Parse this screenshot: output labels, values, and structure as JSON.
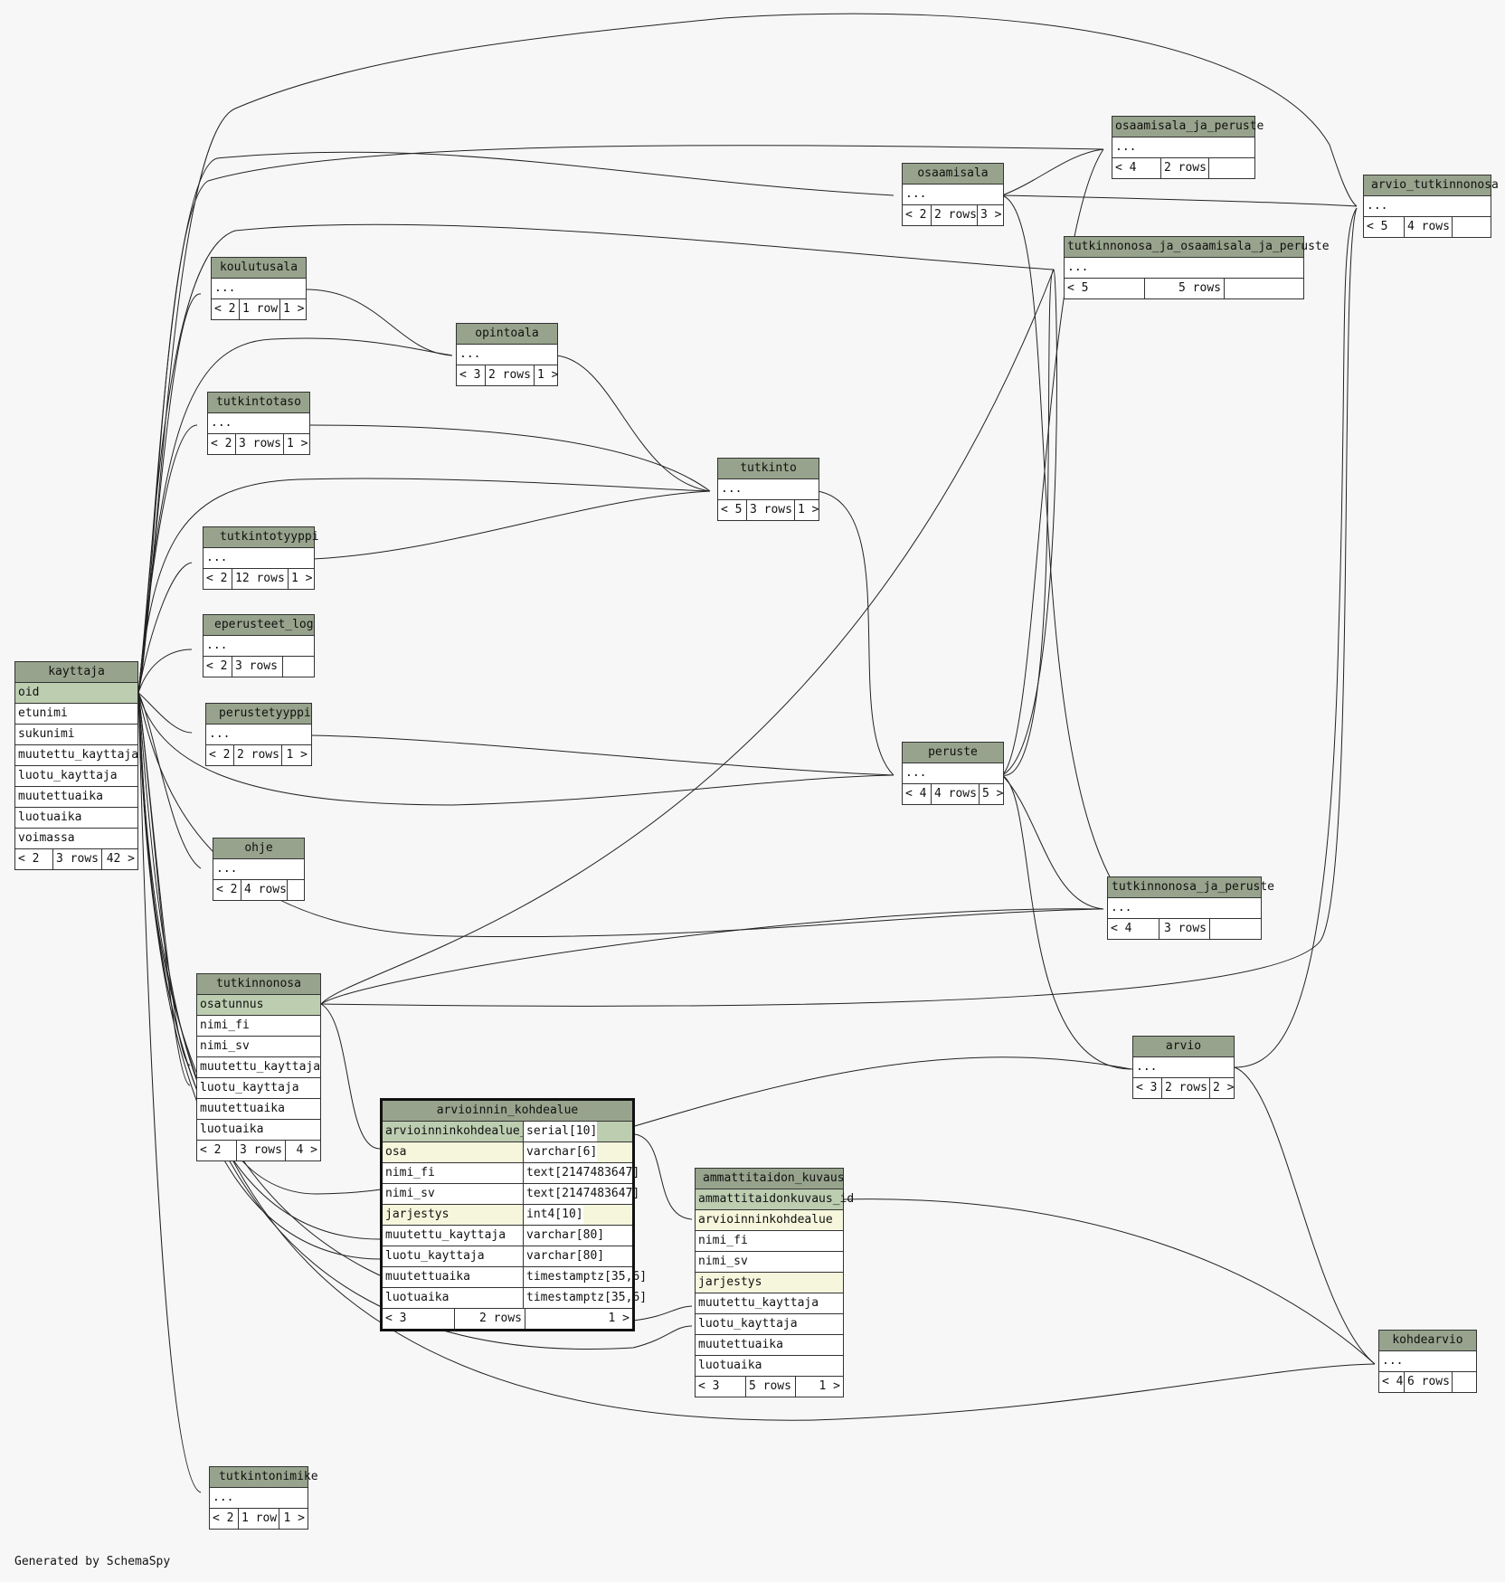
{
  "footer": "Generated by SchemaSpy",
  "colors": {
    "header": "#97a38c",
    "pk": "#bccdb0",
    "fk": "#f5f6dc",
    "background": "#f7f7f7"
  },
  "tables": {
    "kayttaja": {
      "name": "kayttaja",
      "columns": [
        "oid",
        "etunimi",
        "sukunimi",
        "muutettu_kayttaja",
        "luotu_kayttaja",
        "muutettuaika",
        "luotuaika",
        "voimassa"
      ],
      "footer": [
        "< 2",
        "3 rows",
        "42 >"
      ]
    },
    "osaamisala_ja_peruste": {
      "name": "osaamisala_ja_peruste",
      "columns": [
        "..."
      ],
      "footer": [
        "< 4",
        "2 rows",
        ""
      ]
    },
    "osaamisala": {
      "name": "osaamisala",
      "columns": [
        "..."
      ],
      "footer": [
        "< 2",
        "2 rows",
        "3 >"
      ]
    },
    "arvio_tutkinnonosa": {
      "name": "arvio_tutkinnonosa",
      "columns": [
        "..."
      ],
      "footer": [
        "< 5",
        "4 rows",
        ""
      ]
    },
    "tutkinnonosa_ja_osaamisala_ja_peruste": {
      "name": "tutkinnonosa_ja_osaamisala_ja_peruste",
      "columns": [
        "..."
      ],
      "footer": [
        "< 5",
        "5 rows",
        ""
      ]
    },
    "koulutusala": {
      "name": "koulutusala",
      "columns": [
        "..."
      ],
      "footer": [
        "< 2",
        "1 row",
        "1 >"
      ]
    },
    "opintoala": {
      "name": "opintoala",
      "columns": [
        "..."
      ],
      "footer": [
        "< 3",
        "2 rows",
        "1 >"
      ]
    },
    "tutkintotaso": {
      "name": "tutkintotaso",
      "columns": [
        "..."
      ],
      "footer": [
        "< 2",
        "3 rows",
        "1 >"
      ]
    },
    "tutkinto": {
      "name": "tutkinto",
      "columns": [
        "..."
      ],
      "footer": [
        "< 5",
        "3 rows",
        "1 >"
      ]
    },
    "tutkintotyyppi": {
      "name": "tutkintotyyppi",
      "columns": [
        "..."
      ],
      "footer": [
        "< 2",
        "12 rows",
        "1 >"
      ]
    },
    "eperusteet_log": {
      "name": "eperusteet_log",
      "columns": [
        "..."
      ],
      "footer": [
        "< 2",
        "3 rows",
        ""
      ]
    },
    "perustetyyppi": {
      "name": "perustetyyppi",
      "columns": [
        "..."
      ],
      "footer": [
        "< 2",
        "2 rows",
        "1 >"
      ]
    },
    "peruste": {
      "name": "peruste",
      "columns": [
        "..."
      ],
      "footer": [
        "< 4",
        "4 rows",
        "5 >"
      ]
    },
    "ohje": {
      "name": "ohje",
      "columns": [
        "..."
      ],
      "footer": [
        "< 2",
        "4 rows",
        ""
      ]
    },
    "tutkinnonosa_ja_peruste": {
      "name": "tutkinnonosa_ja_peruste",
      "columns": [
        "..."
      ],
      "footer": [
        "< 4",
        "3 rows",
        ""
      ]
    },
    "tutkinnonosa": {
      "name": "tutkinnonosa",
      "columns": [
        "osatunnus",
        "nimi_fi",
        "nimi_sv",
        "muutettu_kayttaja",
        "luotu_kayttaja",
        "muutettuaika",
        "luotuaika"
      ],
      "footer": [
        "< 2",
        "3 rows",
        "4 >"
      ]
    },
    "arvio": {
      "name": "arvio",
      "columns": [
        "..."
      ],
      "footer": [
        "< 3",
        "2 rows",
        "2 >"
      ]
    },
    "arvioinnin_kohdealue": {
      "name": "arvioinnin_kohdealue",
      "columns": [
        "arvioinninkohdealue_id",
        "osa",
        "nimi_fi",
        "nimi_sv",
        "jarjestys",
        "muutettu_kayttaja",
        "luotu_kayttaja",
        "muutettuaika",
        "luotuaika"
      ],
      "types": [
        "serial[10]",
        "varchar[6]",
        "text[2147483647]",
        "text[2147483647]",
        "int4[10]",
        "varchar[80]",
        "varchar[80]",
        "timestamptz[35,6]",
        "timestamptz[35,6]"
      ],
      "footer": [
        "< 3",
        "2 rows",
        "1 >"
      ]
    },
    "ammattitaidon_kuvaus": {
      "name": "ammattitaidon_kuvaus",
      "columns": [
        "ammattitaidonkuvaus_id",
        "arvioinninkohdealue",
        "nimi_fi",
        "nimi_sv",
        "jarjestys",
        "muutettu_kayttaja",
        "luotu_kayttaja",
        "muutettuaika",
        "luotuaika"
      ],
      "footer": [
        "< 3",
        "5 rows",
        "1 >"
      ]
    },
    "kohdearvio": {
      "name": "kohdearvio",
      "columns": [
        "..."
      ],
      "footer": [
        "< 4",
        "6 rows",
        ""
      ]
    },
    "tutkintonimike": {
      "name": "tutkintonimike",
      "columns": [
        "..."
      ],
      "footer": [
        "< 2",
        "1 row",
        "1 >"
      ]
    }
  }
}
